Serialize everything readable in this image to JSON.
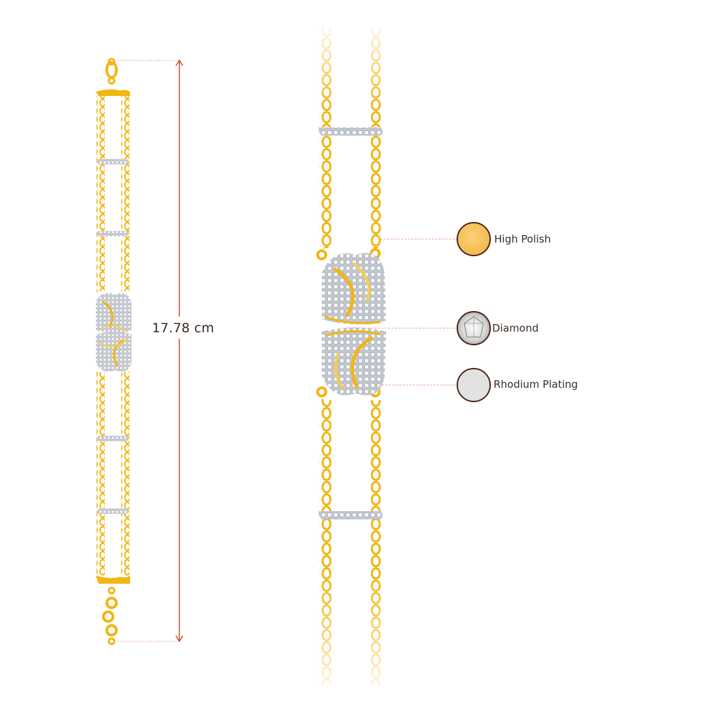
{
  "product": {
    "length_label": "17.78 cm"
  },
  "materials": [
    {
      "name": "High Polish",
      "swatch_color": "#f5c15a",
      "icon": "gold-swatch-icon"
    },
    {
      "name": "Diamond",
      "swatch_color": "#e6e6e6",
      "icon": "diamond-swatch-icon"
    },
    {
      "name": "Rhodium Plating",
      "swatch_color": "#e2e2e2",
      "icon": "rhodium-swatch-icon"
    }
  ],
  "colors": {
    "gold": "#f2b512",
    "gold_light": "#f7cd4a",
    "silver": "#cfd3d8",
    "dimension_line": "#c94a2a",
    "leader_line": "#e8a08a",
    "swatch_border": "#4a2418"
  }
}
